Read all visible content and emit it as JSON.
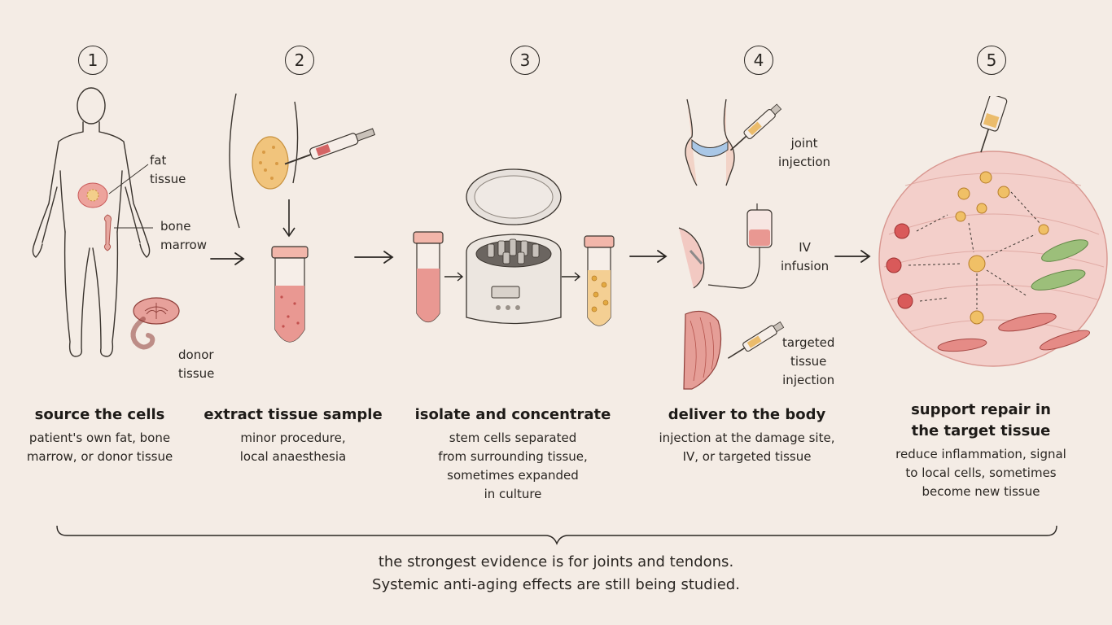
{
  "steps": [
    {
      "number": "1",
      "title": "source the cells",
      "desc_lines": [
        "patient's own fat, bone",
        "marrow, or donor tissue"
      ],
      "labels": [
        [
          "fat",
          "tissue"
        ],
        [
          "bone",
          "marrow"
        ],
        [
          "donor",
          "tissue"
        ]
      ]
    },
    {
      "number": "2",
      "title": "extract tissue sample",
      "desc_lines": [
        "minor procedure,",
        "local anaesthesia"
      ]
    },
    {
      "number": "3",
      "title": "isolate and concentrate",
      "desc_lines": [
        "stem cells separated",
        "from surrounding tissue,",
        "sometimes expanded",
        "in culture"
      ]
    },
    {
      "number": "4",
      "title": "deliver to the body",
      "desc_lines": [
        "injection at the damage site,",
        "IV, or targeted tissue"
      ],
      "labels": [
        [
          "joint",
          "injection"
        ],
        [
          "IV",
          "infusion"
        ],
        [
          "targeted",
          "tissue",
          "injection"
        ]
      ]
    },
    {
      "number": "5",
      "title_lines": [
        "support repair in",
        "the target tissue"
      ],
      "desc_lines": [
        "reduce inflammation, signal",
        "to local cells, sometimes",
        "become new tissue"
      ]
    }
  ],
  "footer_lines": [
    "the strongest evidence is for joints and tendons.",
    "Systemic anti-aging effects are still being studied."
  ],
  "colors": {
    "background": "#f4ece5",
    "ink": "#2a2622",
    "pink": "#e9a8a4",
    "red": "#c95a5a",
    "fat_yellow": "#eec586",
    "cell_orange": "#e8b25a",
    "fibroblast_green": "#9cbf7a"
  }
}
